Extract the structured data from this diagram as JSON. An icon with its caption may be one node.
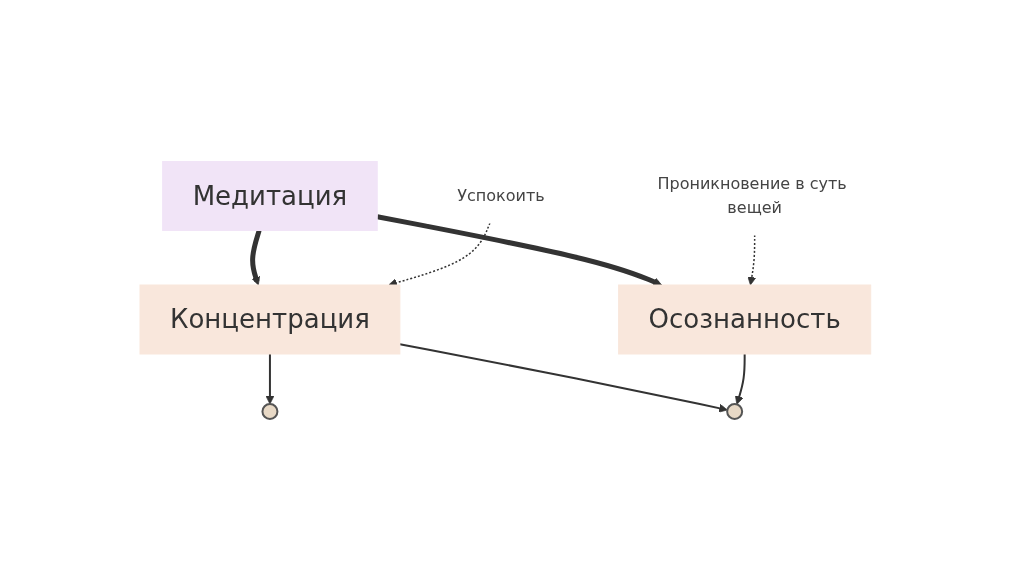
{
  "diagram": {
    "nodes": [
      {
        "text": [
          "Медитация"
        ]
      },
      {
        "text": [
          "Концентрация"
        ]
      },
      {
        "text": [
          "Успокоить"
        ]
      },
      {
        "text": [
          "Проникновение в суть вещей"
        ]
      },
      {
        "text": [
          "Осознанность"
        ]
      },
      {
        "text": [],
        "shape": "person"
      },
      {
        "text": [],
        "shape": "person"
      }
    ],
    "edges": [
      {
        "from": 0,
        "to": 1,
        "arrow": "to",
        "style": "thick"
      },
      {
        "from": 0,
        "to": 4,
        "arrow": "to",
        "style": "thick"
      },
      {
        "from": 2,
        "to": 1,
        "arrow": "to",
        "style": "dashed"
      },
      {
        "from": 3,
        "to": 4,
        "arrow": "to",
        "style": "dashed"
      },
      {
        "from": 1,
        "to": 5,
        "arrow": "to"
      },
      {
        "from": 1,
        "to": 6,
        "arrow": "to"
      },
      {
        "from": 4,
        "to": 6,
        "arrow": "to"
      }
    ]
  }
}
